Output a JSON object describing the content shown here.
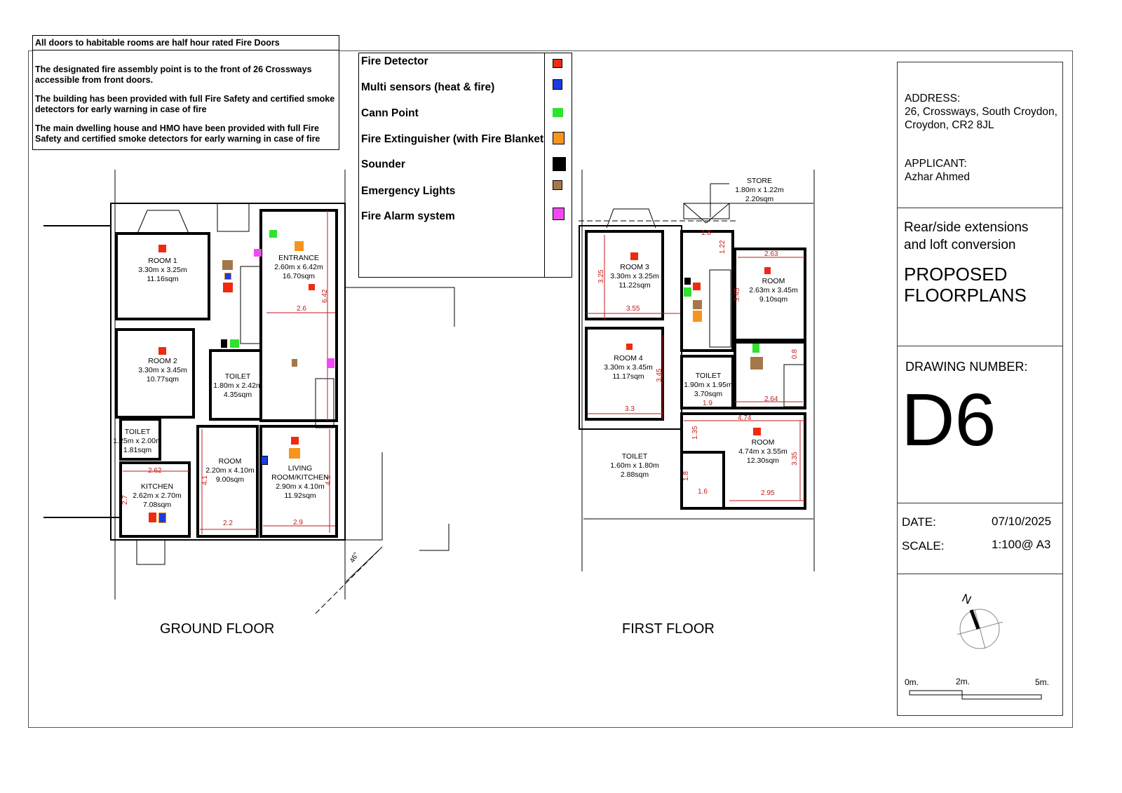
{
  "notes": {
    "header": "All doors to habitable rooms are half hour rated Fire Doors",
    "paragraphs": [
      "The designated fire assembly point is  to the front of 26 Crossways accessible from front doors.",
      "The building has been provided with full Fire Safety and certified smoke detectors for early warning in case  of fire",
      "The main dwelling house and HMO have  been provided with full Fire Safety and certified smoke detectors for early warning in case of fire"
    ]
  },
  "legend": [
    {
      "label": "Fire Detector",
      "color": "#f02a10"
    },
    {
      "label": "Multi sensors (heat & fire)",
      "color": "#1a3de0"
    },
    {
      "label": "Cann Point",
      "color": "#2fe22f"
    },
    {
      "label": "Fire Extinguisher (with Fire Blanket",
      "color": "#f7941d"
    },
    {
      "label": "Sounder",
      "color": "#000000"
    },
    {
      "label": "Emergency Lights",
      "color": "#a47848"
    },
    {
      "label": "Fire Alarm system",
      "color": "#f24af0"
    }
  ],
  "ground_floor": {
    "caption": "GROUND FLOOR",
    "rooms": [
      {
        "name": "ROOM 1",
        "size": "3.30m x 3.25m",
        "area": "11.16sqm"
      },
      {
        "name": "ENTRANCE",
        "size": "2.60m x 6.42m",
        "area": "16.70sqm"
      },
      {
        "name": "ROOM 2",
        "size": "3.30m x 3.45m",
        "area": "10.77sqm"
      },
      {
        "name": "TOILET",
        "size": "1.80m x 2.42m",
        "area": "4.35sqm"
      },
      {
        "name": "TOILET",
        "size": "1.25m x 2.00m",
        "area": "1.81sqm"
      },
      {
        "name": "ROOM",
        "size": "2.20m x 4.10m",
        "area": "9.00sqm"
      },
      {
        "name": "LIVING ROOM/KITCHEN",
        "size": "2.90m x 4.10m",
        "area": "11.92sqm"
      },
      {
        "name": "KITCHEN",
        "size": "2.62m x 2.70m",
        "area": "7.08sqm"
      }
    ],
    "dims": [
      "6.42",
      "2.6",
      "2.62",
      "2.7",
      "4.1",
      "2.2",
      "2.9",
      "4.1"
    ],
    "angle": "46°"
  },
  "first_floor": {
    "caption": "FIRST FLOOR",
    "rooms": [
      {
        "name": "STORE",
        "size": "1.80m x 1.22m",
        "area": "2.20sqm"
      },
      {
        "name": "ROOM 3",
        "size": "3.30m x 3.25m",
        "area": "11.22sqm"
      },
      {
        "name": "ROOM",
        "size": "2.63m x 3.45m",
        "area": "9.10sqm"
      },
      {
        "name": "ROOM 4",
        "size": "3.30m x 3.45m",
        "area": "11.17sqm"
      },
      {
        "name": "TOILET",
        "size": "1.90m x 1.95m",
        "area": "3.70sqm"
      },
      {
        "name": "TOILET",
        "size": "1.60m x 1.80m",
        "area": "2.88sqm"
      },
      {
        "name": "ROOM",
        "size": "4.74m x 3.55m",
        "area": "12.30sqm"
      }
    ],
    "dims": [
      "1.8",
      "1.22",
      "3.25",
      "3.55",
      "2.63",
      "3.45",
      "3.45",
      "3.3",
      "1.9",
      "0.8",
      "2.64",
      "4.74",
      "1.35",
      "1.8",
      "1.6",
      "2.95",
      "3.35"
    ]
  },
  "title_block": {
    "address_label": "ADDRESS:",
    "address_lines": [
      "26, Crossways, South Croydon,",
      "Croydon, CR2 8JL"
    ],
    "applicant_label": "APPLICANT:",
    "applicant": "Azhar Ahmed",
    "description": [
      "Rear/side extensions",
      "and loft conversion"
    ],
    "title": [
      "PROPOSED",
      "FLOORPLANS"
    ],
    "drawing_number_label": "DRAWING NUMBER:",
    "drawing_number": "D6",
    "date_label": "DATE:",
    "date": "07/10/2025",
    "scale_label": "SCALE:",
    "scale": "1:100@ A3",
    "north": "N",
    "scale_bar": [
      "0m.",
      "2m.",
      "5m."
    ]
  }
}
